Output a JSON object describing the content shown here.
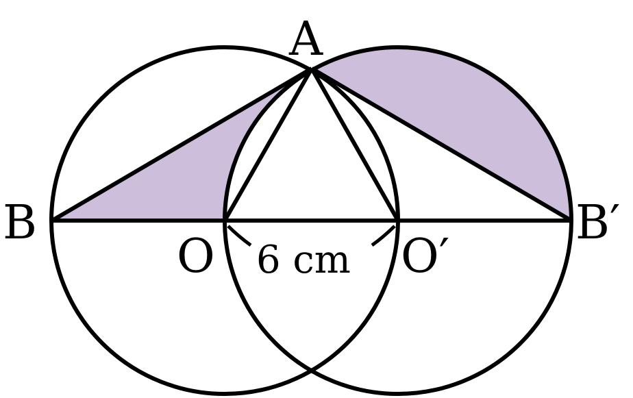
{
  "diagram": {
    "colors": {
      "stroke": "#000000",
      "shade": "#cdbfdc",
      "background": "#ffffff"
    },
    "points": {
      "A": "A",
      "B": "B",
      "B_prime": "B′",
      "O": "O",
      "O_prime": "O′"
    },
    "dimension_label": "6 cm"
  }
}
